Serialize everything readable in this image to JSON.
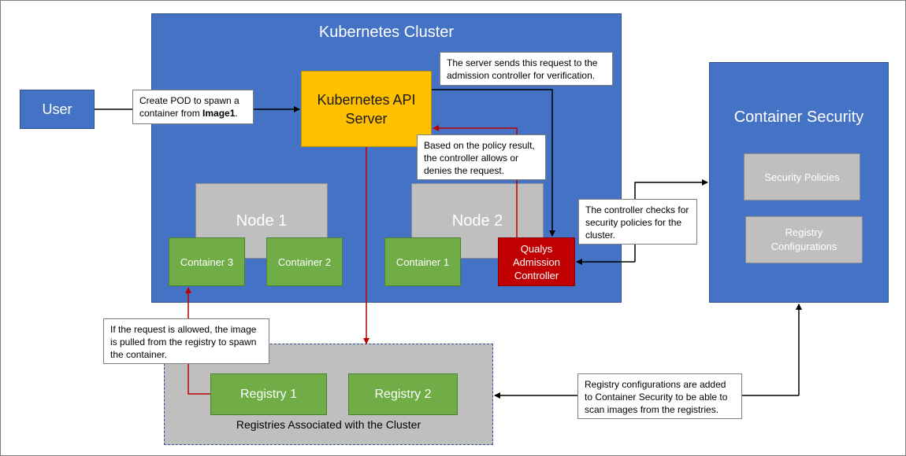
{
  "user": {
    "label": "User"
  },
  "cluster": {
    "title": "Kubernetes Cluster"
  },
  "api_server": {
    "label": "Kubernetes API Server"
  },
  "node1": {
    "label": "Node 1"
  },
  "node2": {
    "label": "Node 2"
  },
  "containers": {
    "c3": "Container 3",
    "c2": "Container 2",
    "c1": "Container 1"
  },
  "controller": {
    "label": "Qualys Admission Controller"
  },
  "container_security": {
    "title": "Container Security",
    "policies": "Security Policies",
    "registry_configs": "Registry Configurations"
  },
  "registries": {
    "group_label": "Registries Associated with the Cluster",
    "r1": "Registry 1",
    "r2": "Registry 2"
  },
  "notes": {
    "create_pod_pre": "Create POD to spawn a container from ",
    "create_pod_bold": "Image1",
    "create_pod_post": ".",
    "server_sends": "The server sends this request to the admission controller for verification.",
    "policy_result": "Based on the policy result, the controller allows or denies the request.",
    "controller_checks": "The controller checks for security policies for the cluster.",
    "request_allowed": "If the request is allowed, the image is pulled from the registry to spawn the container.",
    "registry_configs_added": "Registry configurations are added to Container Security to be able to scan images from the registries."
  },
  "colors": {
    "blue": "#4472c4",
    "yellow": "#ffc000",
    "green": "#70ad47",
    "gray": "#bfbfbf",
    "red": "#c00000",
    "arrow_red": "#c00000",
    "arrow_black": "#000000"
  }
}
